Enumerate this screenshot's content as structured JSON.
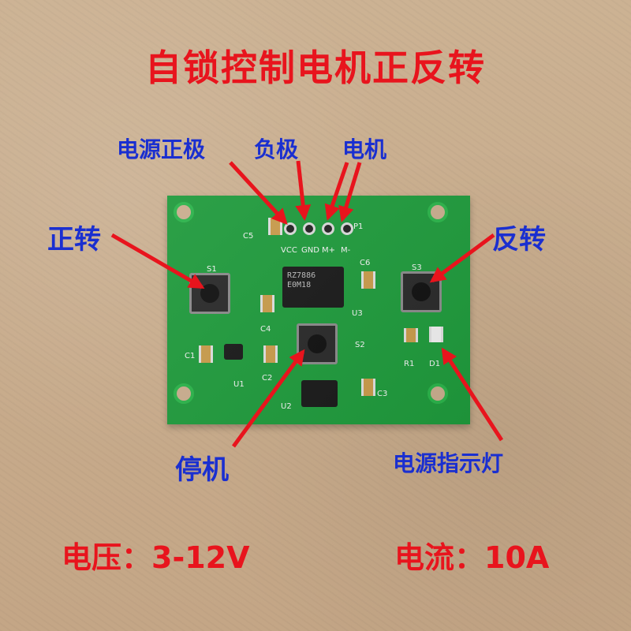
{
  "title": "自锁控制电机正反转",
  "labels": {
    "power_positive": "电源正极",
    "negative": "负极",
    "motor": "电机",
    "forward": "正转",
    "reverse": "反转",
    "stop": "停机",
    "power_indicator": "电源指示灯"
  },
  "specs": {
    "voltage": "电压：3-12V",
    "current": "电流：10A"
  },
  "pcb": {
    "ic_marking": "RZ7886 E0M18",
    "pin_labels": [
      "VCC",
      "GND",
      "M+",
      "M-"
    ],
    "connector": "P1",
    "components": [
      "S1",
      "S2",
      "S3",
      "C1",
      "C2",
      "C3",
      "C4",
      "C5",
      "C6",
      "U1",
      "U2",
      "U3",
      "R1",
      "D1"
    ]
  },
  "colors": {
    "title": "#e8141d",
    "arrow": "#e8141d",
    "label_blue": "#1a2fd0",
    "pcb": "#1f9a3c"
  }
}
